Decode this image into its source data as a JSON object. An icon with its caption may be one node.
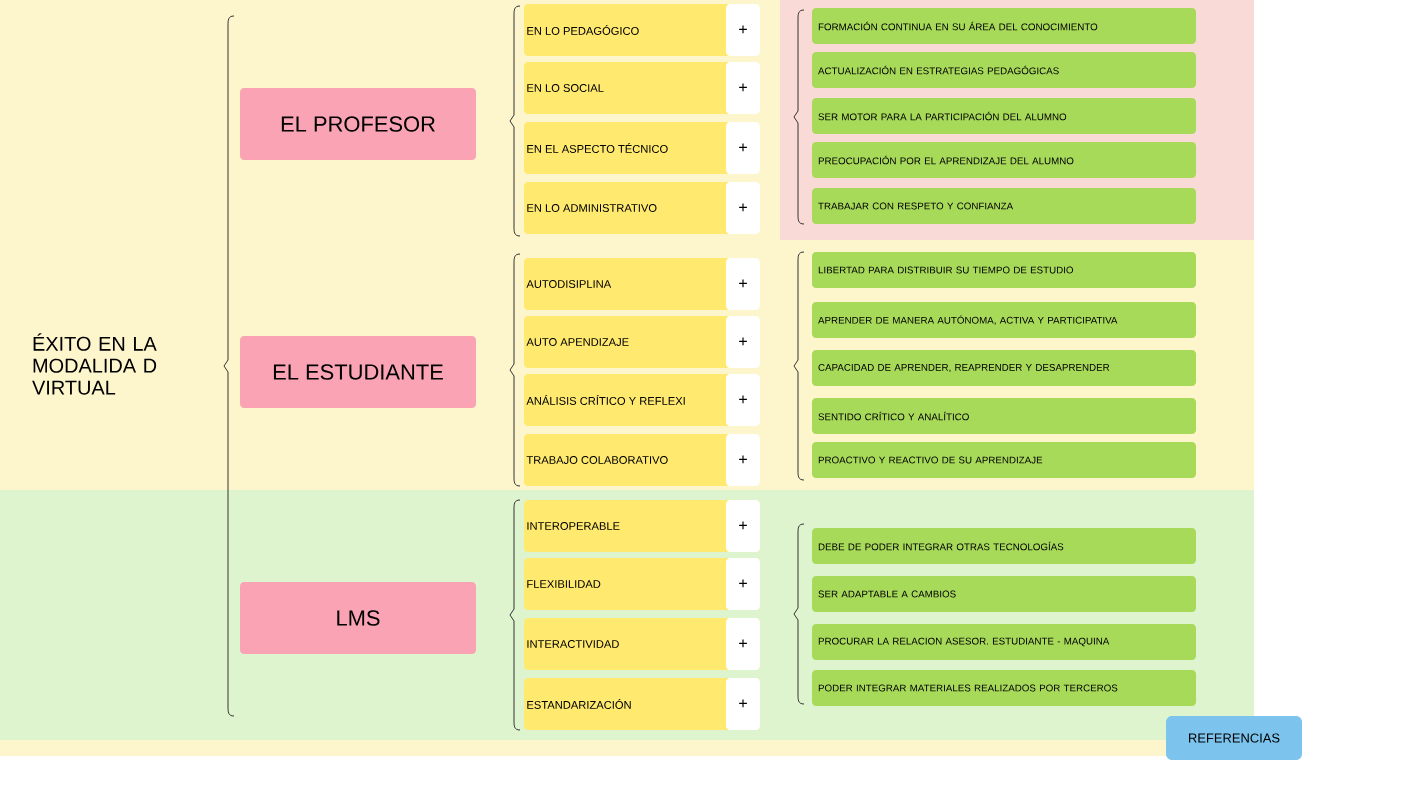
{
  "diagram": {
    "nodes": [
      {
        "text": [
          "ÉXITO EN LA MODALIDA D VIRTUAL"
        ]
      },
      {
        "text": [
          "EL PROFESOR"
        ]
      },
      {
        "text": [
          "EL ESTUDIANTE"
        ]
      },
      {
        "text": [
          "LMS"
        ]
      },
      {
        "text": [
          "EN LO PEDAGÓGICO",
          "+"
        ]
      },
      {
        "text": [
          "EN LO SOCIAL",
          "+"
        ]
      },
      {
        "text": [
          "EN EL ASPECTO TÉCNICO",
          "+"
        ]
      },
      {
        "text": [
          "EN LO ADMINISTRATIVO",
          "+"
        ]
      },
      {
        "text": [
          "FORMACIÓN CONTINUA EN SU ÁREA DEL CONOCIMIENTO"
        ]
      },
      {
        "text": [
          "ACTUALIZACIÓN EN ESTRATEGIAS PEDAGÓGICAS"
        ]
      },
      {
        "text": [
          "SER MOTOR PARA LA PARTICIPACIÓN DEL ALUMNO"
        ]
      },
      {
        "text": [
          "PREOCUPACIÓN POR EL APRENDIZAJE DEL ALUMNO"
        ]
      },
      {
        "text": [
          "TRABAJAR CON RESPETO Y CONFIANZA"
        ]
      },
      {
        "text": [
          "AUTODISIPLINA",
          "+"
        ]
      },
      {
        "text": [
          "AUTO APENDIZAJE",
          "+"
        ]
      },
      {
        "text": [
          "ANÁLISIS CRÍTICO Y REFLEXI",
          "+"
        ]
      },
      {
        "text": [
          "TRABAJO COLABORATIVO",
          "+"
        ]
      },
      {
        "text": [
          "LIBERTAD PARA DISTRIBUIR SU TIEMPO DE ESTUDIO"
        ]
      },
      {
        "text": [
          "APRENDER DE MANERA AUTÓNOMA, ACTIVA Y PARTICIPATIVA"
        ]
      },
      {
        "text": [
          "CAPACIDAD DE APRENDER, REAPRENDER Y DESAPRENDER"
        ]
      },
      {
        "text": [
          "SENTIDO CRÍTICO Y ANALÍTICO"
        ]
      },
      {
        "text": [
          "PROACTIVO Y REACTIVO DE SU APRENDIZAJE"
        ]
      },
      {
        "text": [
          "INTEROPERABLE",
          "+"
        ]
      },
      {
        "text": [
          "FLEXIBILIDAD",
          "+"
        ]
      },
      {
        "text": [
          "INTERACTIVIDAD",
          "+"
        ]
      },
      {
        "text": [
          "ESTANDARIZACIÓN",
          "+"
        ]
      },
      {
        "text": [
          "DEBE DE PODER INTEGRAR OTRAS TECNOLOGÍAS"
        ]
      },
      {
        "text": [
          "SER ADAPTABLE A CAMBIOS"
        ]
      },
      {
        "text": [
          "PROCURAR LA RELACION ASESOR. ESTUDIANTE - MAQUINA"
        ]
      },
      {
        "text": [
          "PODER INTEGRAR MATERIALES REALIZADOS POR TERCEROS"
        ]
      },
      {
        "text": [
          "REFERENCIAS"
        ]
      }
    ]
  }
}
